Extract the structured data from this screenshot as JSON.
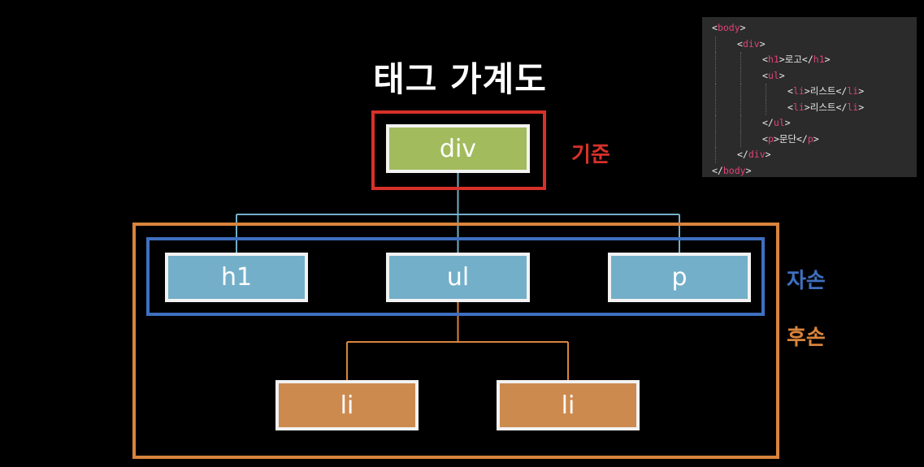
{
  "title": "태그 가계도",
  "labels": {
    "base": "기준",
    "children": "자손",
    "descendants": "후손"
  },
  "nodes": {
    "div": "div",
    "h1": "h1",
    "ul": "ul",
    "p": "p",
    "li1": "li",
    "li2": "li"
  },
  "colors": {
    "base": "#d7312a",
    "children": "#3f6fbf",
    "descendants": "#d9843c",
    "div_node": "#a2bb5d",
    "child_node": "#74afc9",
    "desc_node": "#cc8a4f"
  },
  "code": [
    {
      "parts": [
        [
          "br",
          "<"
        ],
        [
          "tg",
          "body"
        ],
        [
          "br",
          ">"
        ]
      ]
    },
    {
      "parts": [
        [
          "br",
          "<"
        ],
        [
          "tg",
          "div"
        ],
        [
          "br",
          ">"
        ]
      ]
    },
    {
      "parts": [
        [
          "br",
          "<"
        ],
        [
          "tg",
          "h1"
        ],
        [
          "br",
          ">"
        ],
        [
          "tx",
          "로고"
        ],
        [
          "br",
          "</"
        ],
        [
          "tg",
          "h1"
        ],
        [
          "br",
          ">"
        ]
      ]
    },
    {
      "parts": [
        [
          "br",
          "<"
        ],
        [
          "tg",
          "ul"
        ],
        [
          "br",
          ">"
        ]
      ]
    },
    {
      "parts": [
        [
          "br",
          "<"
        ],
        [
          "tg",
          "li"
        ],
        [
          "br",
          ">"
        ],
        [
          "tx",
          "리스트"
        ],
        [
          "br",
          "</"
        ],
        [
          "tg",
          "li"
        ],
        [
          "br",
          ">"
        ]
      ]
    },
    {
      "parts": [
        [
          "br",
          "<"
        ],
        [
          "tg",
          "li"
        ],
        [
          "br",
          ">"
        ],
        [
          "tx",
          "리스트"
        ],
        [
          "br",
          "</"
        ],
        [
          "tg",
          "li"
        ],
        [
          "br",
          ">"
        ]
      ]
    },
    {
      "parts": [
        [
          "br",
          "</"
        ],
        [
          "tg",
          "ul"
        ],
        [
          "br",
          ">"
        ]
      ]
    },
    {
      "parts": [
        [
          "br",
          "<"
        ],
        [
          "tg",
          "p"
        ],
        [
          "br",
          ">"
        ],
        [
          "tx",
          "문단"
        ],
        [
          "br",
          "</"
        ],
        [
          "tg",
          "p"
        ],
        [
          "br",
          ">"
        ]
      ]
    },
    {
      "parts": [
        [
          "br",
          "</"
        ],
        [
          "tg",
          "div"
        ],
        [
          "br",
          ">"
        ]
      ]
    },
    {
      "parts": [
        [
          "br",
          "</"
        ],
        [
          "tg",
          "body"
        ],
        [
          "br",
          ">"
        ]
      ]
    }
  ]
}
